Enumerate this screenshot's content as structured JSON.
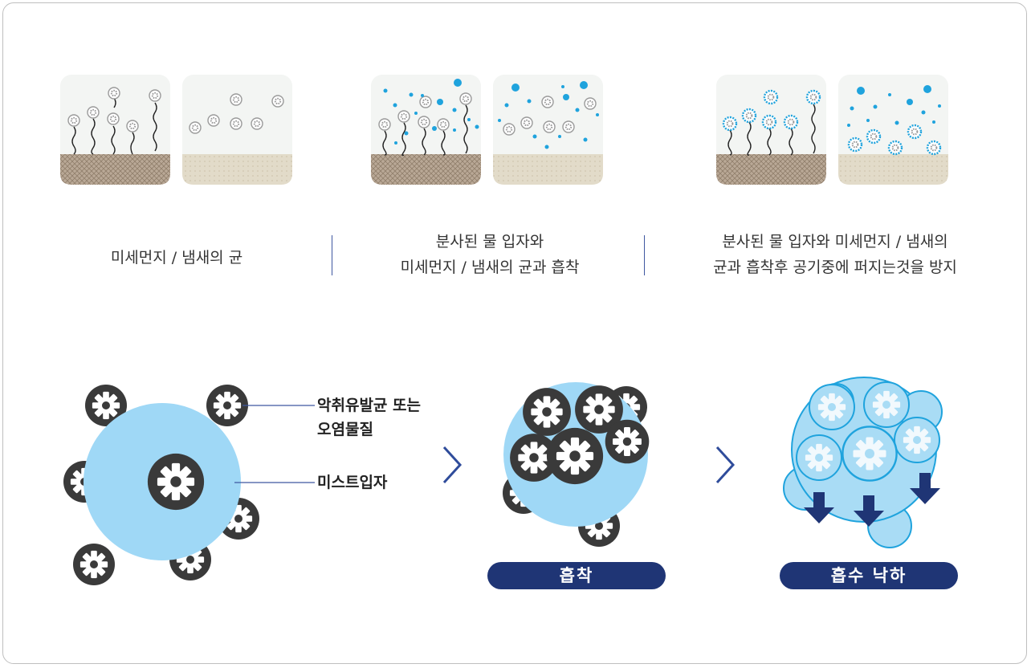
{
  "captions": {
    "step1": "미세먼지 / 냄새의 균",
    "step2_line1": "분사된 물 입자와",
    "step2_line2": "미세먼지 / 냄새의 균과 흡착",
    "step3_line1": "분사된 물 입자와 미세먼지 / 냄새의",
    "step3_line2": "균과 흡착후 공기중에 퍼지는것을 방지"
  },
  "labels": {
    "contaminant_line1": "악취유발균 또는",
    "contaminant_line2": "오염물질",
    "mist": "미스트입자"
  },
  "stages": {
    "adsorption": "흡착",
    "fall": "흡수 낙하"
  },
  "icons": {
    "germ": "gear-germ-icon",
    "arrow": "chevron-right-icon",
    "down": "arrow-down-icon"
  },
  "colors": {
    "mist": "#9fd8f6",
    "germ_dark": "#3a3a3a",
    "water_dot": "#1fa3dd",
    "navy": "#1f3575",
    "soil": "#b9a896",
    "sand": "#e2dbc9"
  }
}
